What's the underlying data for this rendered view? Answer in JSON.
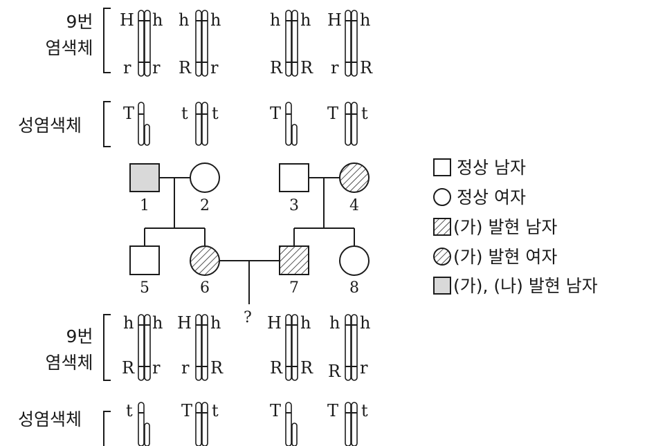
{
  "row_labels": {
    "chr9_top": [
      "9번",
      "염색체"
    ],
    "sex_top": "성염색체",
    "chr9_bottom": [
      "9번",
      "염색체"
    ],
    "sex_bottom": "성염색체"
  },
  "top_parents": [
    {
      "id": 1,
      "chr9": {
        "top": [
          "H",
          "h"
        ],
        "bottom": [
          "r",
          "r"
        ]
      },
      "sex": {
        "type": "XY",
        "left": "T",
        "right": ""
      }
    },
    {
      "id": 2,
      "chr9": {
        "top": [
          "h",
          "h"
        ],
        "bottom": [
          "R",
          "r"
        ]
      },
      "sex": {
        "type": "XX",
        "left": "t",
        "right": "t"
      }
    },
    {
      "id": 3,
      "chr9": {
        "top": [
          "h",
          "h"
        ],
        "bottom": [
          "R",
          "R"
        ]
      },
      "sex": {
        "type": "XY",
        "left": "T",
        "right": ""
      }
    },
    {
      "id": 4,
      "chr9": {
        "top": [
          "H",
          "h"
        ],
        "bottom": [
          "r",
          "R"
        ]
      },
      "sex": {
        "type": "XX",
        "left": "T",
        "right": "t"
      }
    }
  ],
  "bottom_children": [
    {
      "id": 5,
      "chr9": {
        "top": [
          "h",
          "h"
        ],
        "bottom": [
          "R",
          "r"
        ]
      },
      "sex": {
        "type": "XY",
        "left": "t",
        "right": ""
      }
    },
    {
      "id": 6,
      "chr9": {
        "top": [
          "H",
          "h"
        ],
        "bottom": [
          "r",
          "R"
        ]
      },
      "sex": {
        "type": "XX",
        "left": "T",
        "right": "t"
      }
    },
    {
      "id": 7,
      "chr9": {
        "top": [
          "H",
          "h"
        ],
        "bottom": [
          "R",
          "R"
        ]
      },
      "sex": {
        "type": "XY",
        "left": "T",
        "right": ""
      }
    },
    {
      "id": 8,
      "chr9": {
        "top": [
          "h",
          "h"
        ],
        "bottom": [
          "R",
          "r"
        ]
      },
      "sex": {
        "type": "XX",
        "left": "T",
        "right": "t"
      }
    }
  ],
  "pedigree": {
    "individuals": [
      {
        "id": "1",
        "sex": "male",
        "phenotype": "both"
      },
      {
        "id": "2",
        "sex": "female",
        "phenotype": "normal"
      },
      {
        "id": "3",
        "sex": "male",
        "phenotype": "normal"
      },
      {
        "id": "4",
        "sex": "female",
        "phenotype": "ga"
      },
      {
        "id": "5",
        "sex": "male",
        "phenotype": "normal"
      },
      {
        "id": "6",
        "sex": "female",
        "phenotype": "ga"
      },
      {
        "id": "7",
        "sex": "male",
        "phenotype": "ga"
      },
      {
        "id": "8",
        "sex": "female",
        "phenotype": "normal"
      }
    ],
    "unknown_child": "?"
  },
  "legend": [
    {
      "symbol": "square-empty",
      "label": "정상 남자"
    },
    {
      "symbol": "circle-empty",
      "label": "정상 여자"
    },
    {
      "symbol": "square-hatched",
      "label": "(가) 발현 남자"
    },
    {
      "symbol": "circle-hatched",
      "label": "(가) 발현 여자"
    },
    {
      "symbol": "square-gray",
      "label": "(가), (나) 발현 남자"
    }
  ],
  "colors": {
    "ink": "#1a1a1a",
    "gray_fill": "#d9d9d9",
    "background": "#ffffff"
  }
}
